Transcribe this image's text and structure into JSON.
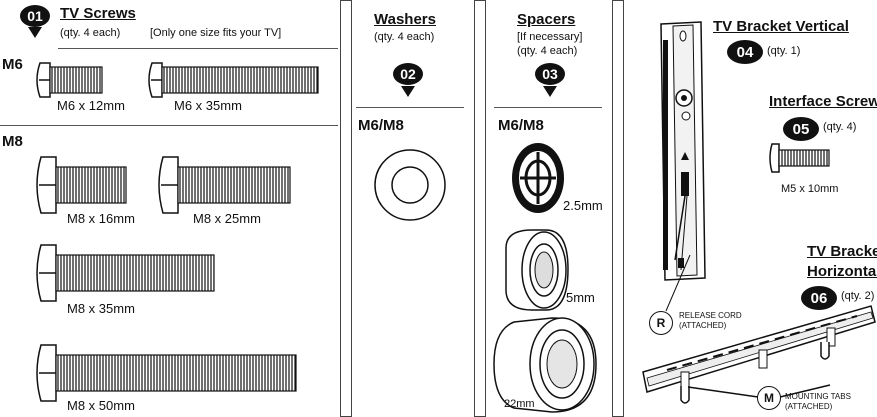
{
  "tv_screws": {
    "number": "01",
    "title": "TV Screws",
    "qty": "(qty. 4 each)",
    "note": "[Only one size fits your TV]",
    "m6_label": "M6",
    "m8_label": "M8",
    "m6_sizes": [
      "M6 x 12mm",
      "M6 x 35mm"
    ],
    "m8_sizes": [
      "M8 x 16mm",
      "M8 x 25mm",
      "M8 x 35mm",
      "M8 x 50mm"
    ]
  },
  "washers": {
    "number": "02",
    "title": "Washers",
    "qty": "(qty. 4 each)",
    "size_label": "M6/M8"
  },
  "spacers": {
    "number": "03",
    "title": "Spacers",
    "note": "[If necessary]",
    "qty": "(qty. 4 each)",
    "size_label": "M6/M8",
    "sizes": [
      "2.5mm",
      "5mm",
      "22mm"
    ]
  },
  "bracket_vertical": {
    "number": "04",
    "title": "TV Bracket Vertical",
    "qty": "(qty. 1)"
  },
  "interface_screw": {
    "number": "05",
    "title": "Interface Screw",
    "qty": "(qty. 4)",
    "size": "M5 x 10mm"
  },
  "bracket_horizontal": {
    "number": "06",
    "title_line1": "TV Bracket",
    "title_line2": "Horizontal",
    "qty": "(qty. 2)"
  },
  "callouts": {
    "release_letter": "R",
    "release_line1": "RELEASE CORD",
    "release_line2": "(ATTACHED)",
    "mounting_letter": "M",
    "mounting_line1": "MOUNTING TABS",
    "mounting_line2": "(ATTACHED)"
  }
}
